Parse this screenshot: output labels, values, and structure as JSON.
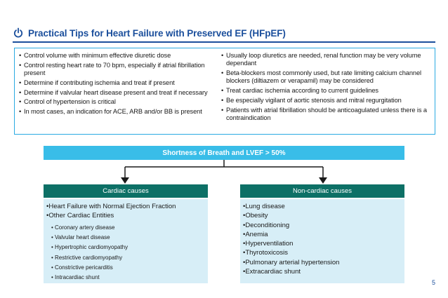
{
  "title": "Practical Tips for Heart Failure with Preserved EF (HFpEF)",
  "tips_left": [
    "Control volume with minimum effective diuretic dose",
    "Control resting heart rate to 70 bpm, especially if atrial fibrillation present",
    "Determine if contributing ischemia and treat if present",
    "Determine if valvular heart disease present and treat if necessary",
    "Control of hypertension is critical",
    "In most cases, an indication for ACE, ARB and/or BB is present"
  ],
  "tips_right": [
    "Usually loop diuretics are needed, renal function may be very volume dependant",
    "Beta-blockers most commonly used, but rate limiting calcium channel blockers (diltiazem or verapamil) may be considered",
    "Treat cardiac ischemia according to current guidelines",
    "Be especially vigilant of aortic stenosis and mitral regurgitation",
    "Patients with atrial fibrillation should be anticoagulated unless there is a contraindication"
  ],
  "decision_header": "Shortness of Breath and LVEF > 50%",
  "cardiac": {
    "heading": "Cardiac causes",
    "items": [
      "Heart Failure with Normal Ejection Fraction",
      "Other Cardiac Entities"
    ],
    "sub_items": [
      "Coronary artery disease",
      "Valvular heart disease",
      "Hypertrophic cardiomyopathy",
      "Restrictive cardiomyopathy",
      "Constrictive pericarditis",
      "Intracardiac shunt"
    ]
  },
  "noncardiac": {
    "heading": "Non-cardiac causes",
    "items": [
      "Lung disease",
      "Obesity",
      "Deconditioning",
      "Anemia",
      "Hyperventilation",
      "Thyrotoxicosis",
      "Pulmonary arterial hypertension",
      "Extracardiac shunt"
    ]
  },
  "page_number": "5",
  "colors": {
    "title_blue": "#1b4f9c",
    "header_cyan": "#39bde8",
    "teal": "#0d7066",
    "panel_bg": "#d7eef7"
  },
  "icons": {
    "title": "power-icon"
  }
}
